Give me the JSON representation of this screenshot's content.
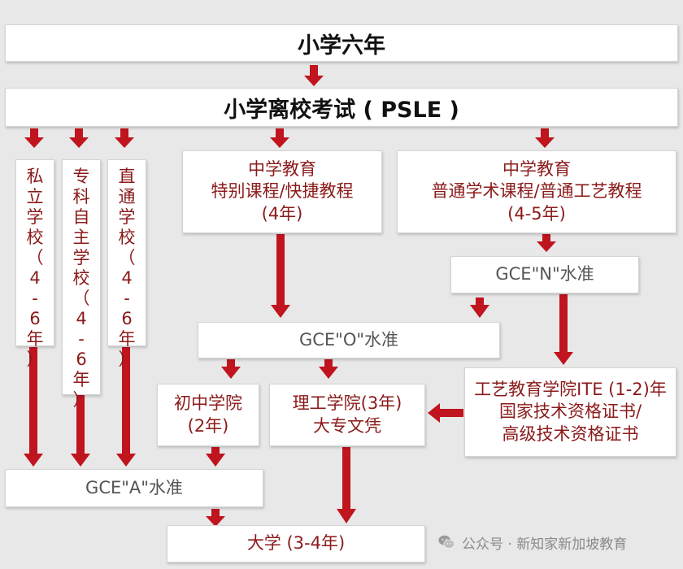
{
  "nodes": {
    "primary": "小学六年",
    "psle": "小学离校考试 ( PSLE )",
    "private_school": "私立学校（4-6年）",
    "specialised_school": "专科自主学校（4-6年）",
    "through_train_school": "直通学校（4-6年）",
    "express": {
      "line1": "中学教育",
      "line2": "特别课程/快捷教程",
      "line3": "(4年)"
    },
    "normal": {
      "line1": "中学教育",
      "line2": "普通学术课程/普通工艺教程",
      "line3": "(4-5年)"
    },
    "gce_n": "GCE\"N\"水准",
    "gce_o": "GCE\"O\"水准",
    "junior_college": {
      "line1": "初中学院",
      "line2": "(2年)"
    },
    "polytechnic": {
      "line1": "理工学院(3年)",
      "line2": "大专文凭"
    },
    "ite": {
      "line1": "工艺教育学院ITE (1-2)年",
      "line2": "国家技术资格证书/",
      "line3": "高级技术资格证书"
    },
    "gce_a": "GCE\"A\"水准",
    "university": "大学 (3-4年)"
  },
  "watermark": {
    "text": "公众号 · 新知家新加坡教育",
    "icon": "wechat-icon"
  },
  "colors": {
    "arrow": "#c0141e",
    "red_text": "#8b1a1a",
    "box_bg": "#ffffff",
    "page_bg": "#e8e8e8"
  }
}
